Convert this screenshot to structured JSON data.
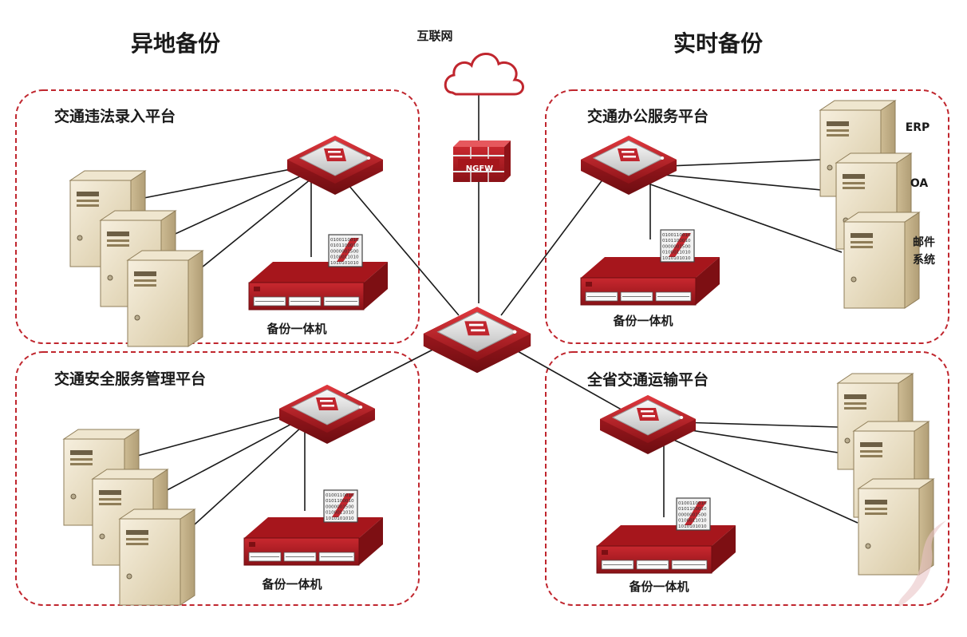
{
  "headings": {
    "remote_backup": "异地备份",
    "realtime_backup": "实时备份"
  },
  "internet": {
    "label": "互联网"
  },
  "firewall": {
    "badge": "NGFW"
  },
  "panels": {
    "top_left": {
      "title": "交通违法录入平台",
      "appliance_label": "备份一体机"
    },
    "top_right": {
      "title": "交通办公服务平台",
      "appliance_label": "备份一体机",
      "server_labels": {
        "erp": "ERP",
        "oa": "OA",
        "mail_line1": "邮件",
        "mail_line2": "系统"
      }
    },
    "bottom_left": {
      "title": "交通安全服务管理平台",
      "appliance_label": "备份一体机"
    },
    "bottom_right": {
      "title": "全省交通运输平台",
      "appliance_label": "备份一体机"
    }
  },
  "appliance_screen_text": [
    "0100110010",
    "0101100010",
    "0000001500",
    "0100011010",
    "1010101010"
  ],
  "colors": {
    "accent_red": "#c0262e",
    "server_beige": "#e8dcc0",
    "line": "#1a1a1a"
  }
}
